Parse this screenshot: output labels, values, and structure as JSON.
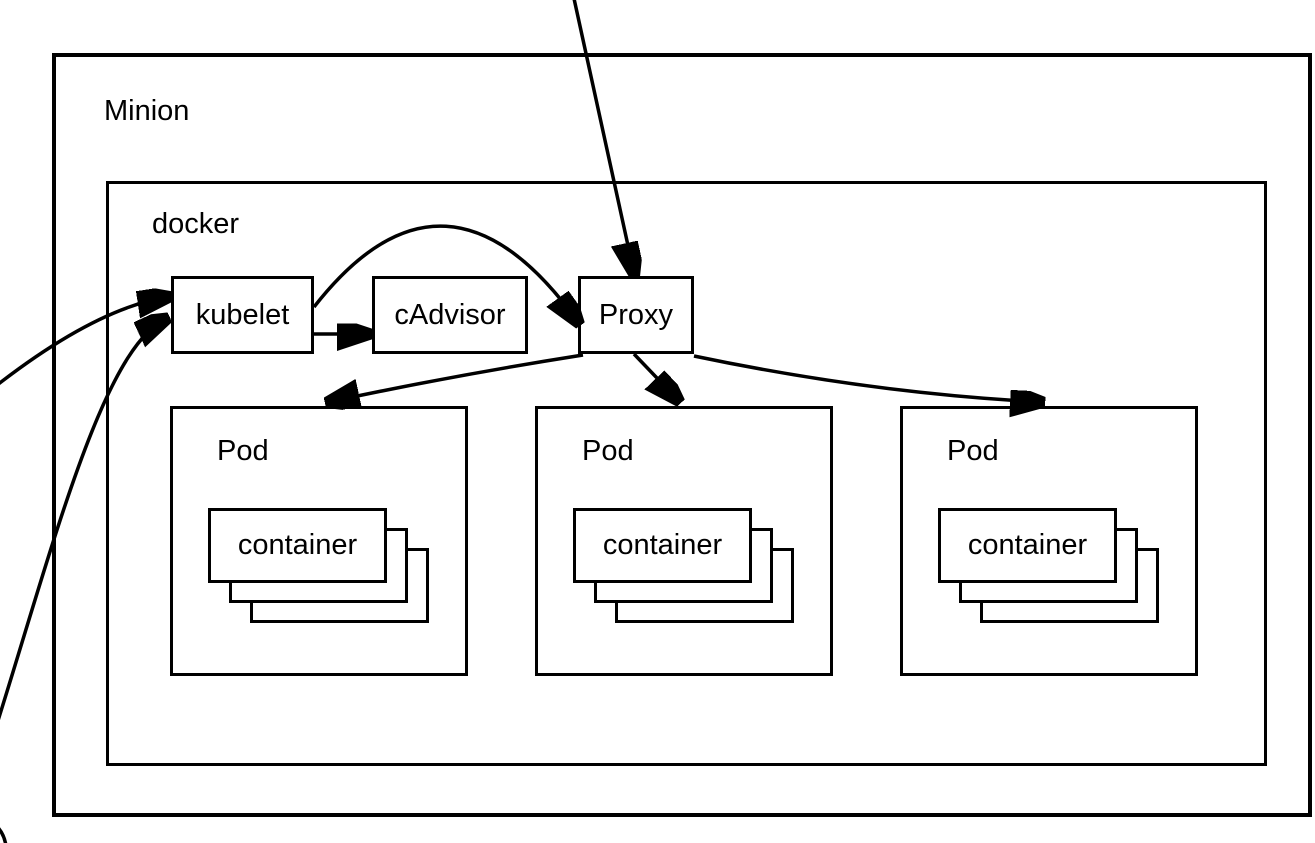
{
  "diagram": {
    "title_note": "Kubernetes minion node architecture diagram",
    "minion_label": "Minion",
    "docker_label": "docker",
    "nodes": {
      "kubelet": "kubelet",
      "cadvisor": "cAdvisor",
      "proxy": "Proxy"
    },
    "pods": [
      {
        "label": "Pod",
        "container_label": "container"
      },
      {
        "label": "Pod",
        "container_label": "container"
      },
      {
        "label": "Pod",
        "container_label": "container"
      }
    ],
    "edges": [
      "offscreen-top -> proxy",
      "offscreen-left -> kubelet",
      "offscreen-bottom-left -> kubelet",
      "kubelet -> cadvisor",
      "kubelet -> proxy",
      "proxy -> pod-1",
      "proxy -> pod-2",
      "proxy -> pod-3"
    ],
    "colors": {
      "stroke": "#000000",
      "background": "#ffffff"
    }
  }
}
